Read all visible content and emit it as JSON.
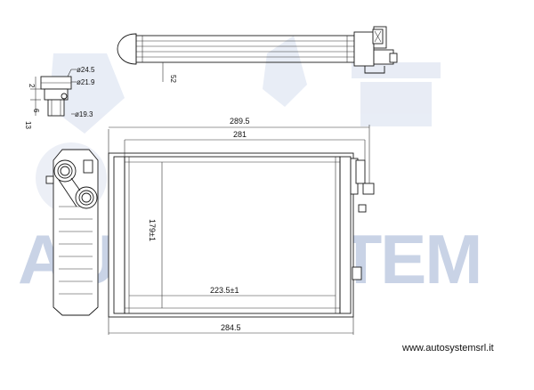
{
  "watermark": {
    "brand": "AUTOSYSTEM",
    "color": "#c9d3e6"
  },
  "website": "www.autosystemsrl.it",
  "dimensions": {
    "overall_width_top": "289.5",
    "core_width_inner": "281",
    "bottom_width": "284.5",
    "core_height": "179±1",
    "core_length": "223.5±1",
    "tube_offset": "52",
    "pipe_d1": "ø24.5",
    "pipe_d2": "ø21.9",
    "pipe_d3": "ø19.3",
    "side_1": "2",
    "side_2": "6",
    "side_3": "13"
  }
}
